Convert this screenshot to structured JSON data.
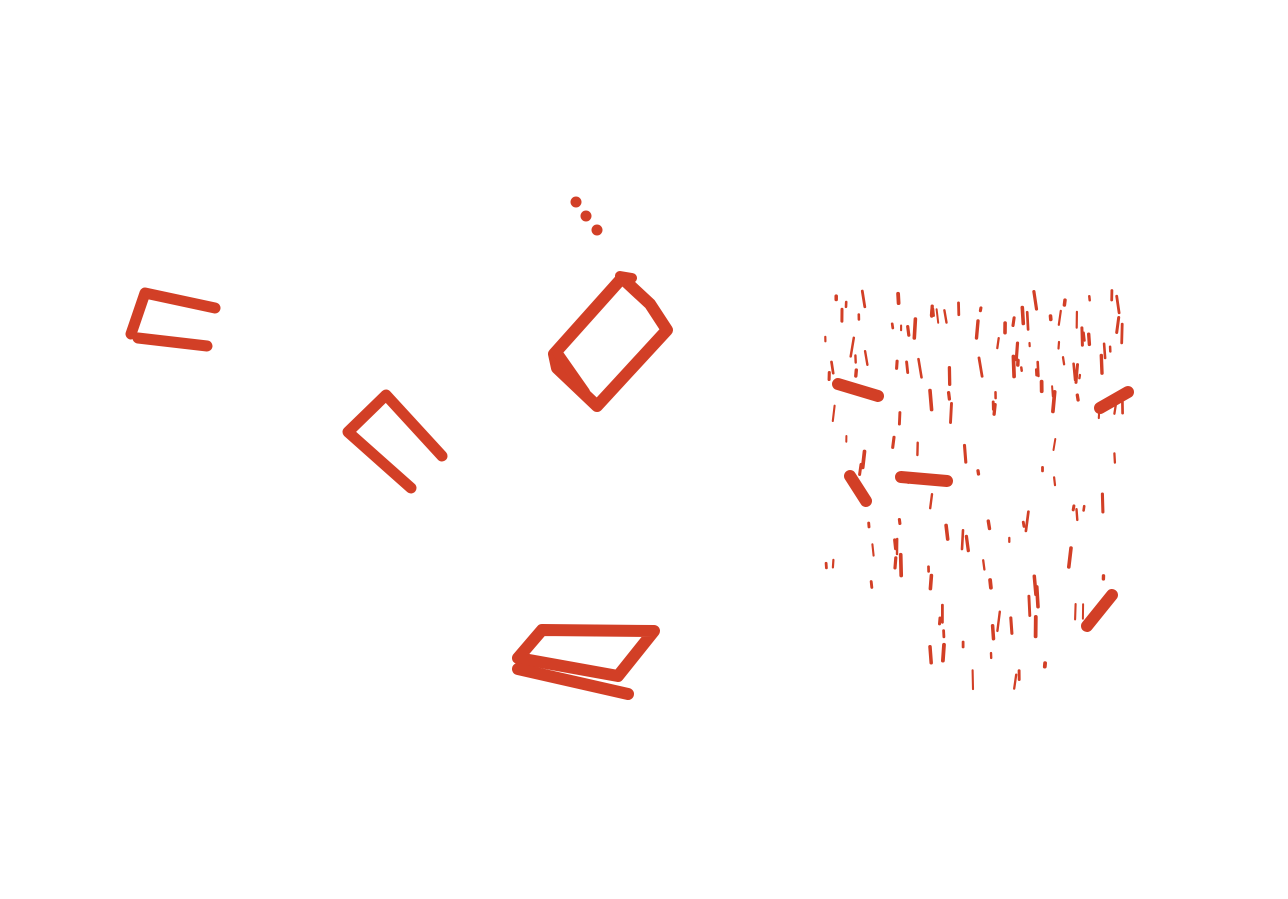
{
  "canvas": {
    "background": "#ffffff",
    "ink_color": "#d23f26"
  },
  "shapes": [
    {
      "name": "bracket-shape-left",
      "kind": "open-rectangle"
    },
    {
      "name": "bracket-shape-middle",
      "kind": "open-rectangle"
    },
    {
      "name": "dotted-trail",
      "kind": "dots"
    },
    {
      "name": "rectangle-shape-top",
      "kind": "closed-rectangle"
    },
    {
      "name": "parallelogram-shape-bottom",
      "kind": "closed-parallelogram"
    },
    {
      "name": "scattered-dash-cluster",
      "kind": "particle-cloud"
    }
  ]
}
